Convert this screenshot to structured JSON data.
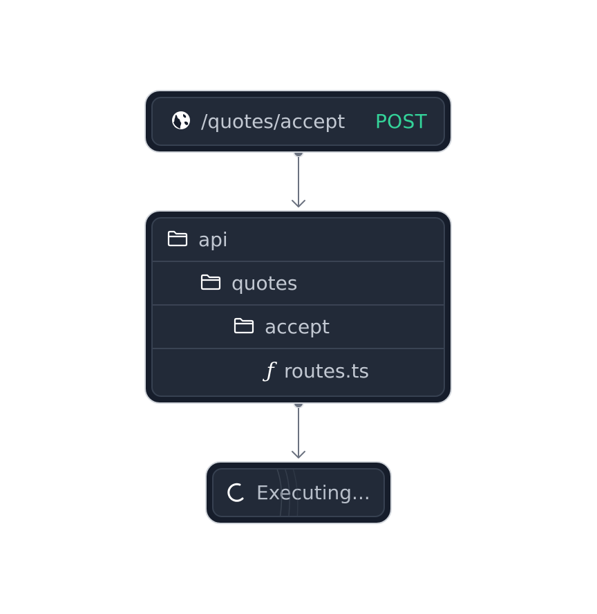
{
  "endpoint": {
    "icon": "globe-icon",
    "route": "/quotes/accept",
    "method": "POST",
    "method_color": "#34d399"
  },
  "file_tree": {
    "items": [
      {
        "icon": "folder-icon",
        "label": "api",
        "depth": 0
      },
      {
        "icon": "folder-icon",
        "label": "quotes",
        "depth": 1
      },
      {
        "icon": "folder-icon",
        "label": "accept",
        "depth": 2
      },
      {
        "icon": "function-icon",
        "label": "routes.ts",
        "glyph": "ƒ",
        "depth": 3
      }
    ]
  },
  "status": {
    "icon": "spinner-icon",
    "label": "Executing..."
  },
  "colors": {
    "node_bg": "#161d2b",
    "node_inner": "#222a38",
    "edge": "#6b7280"
  }
}
